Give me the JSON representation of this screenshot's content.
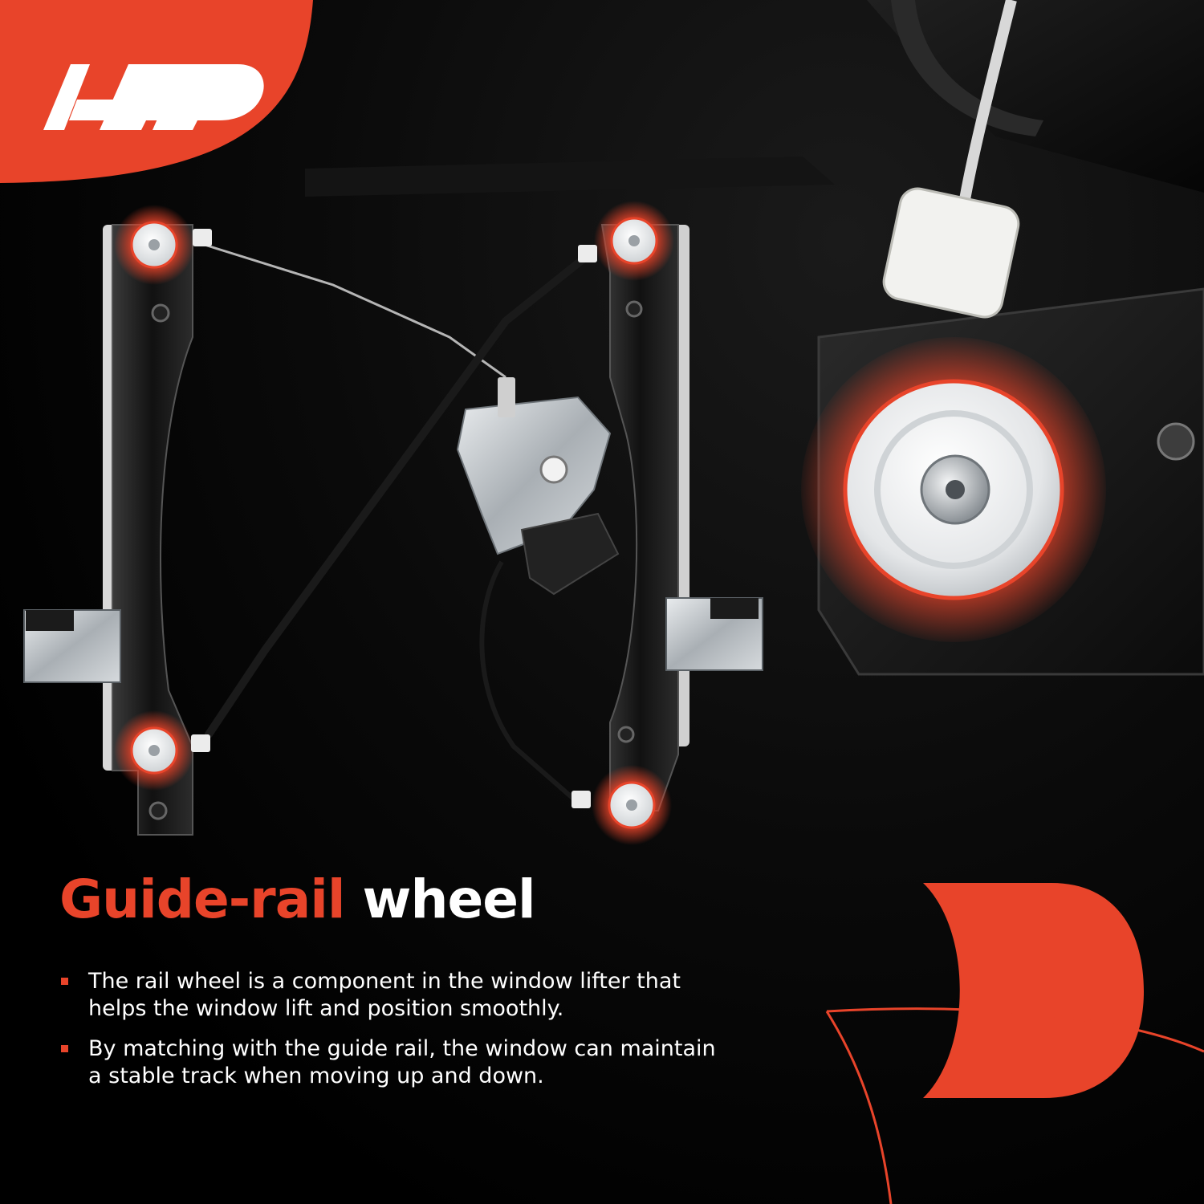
{
  "brand": {
    "logo": "A-P-logo",
    "accent_color": "#e8442a",
    "text_color": "#ffffff",
    "background_color": "#000000"
  },
  "headline": {
    "accent": "Guide-rail",
    "rest": "wheel"
  },
  "bullets": [
    {
      "text": "The rail wheel is a component in the window lifter that helps the window lift and position smoothly."
    },
    {
      "text": "By matching with the guide rail, the window can maintain a stable track when moving up and down."
    }
  ],
  "icons": [
    "square-bullet-icon"
  ]
}
